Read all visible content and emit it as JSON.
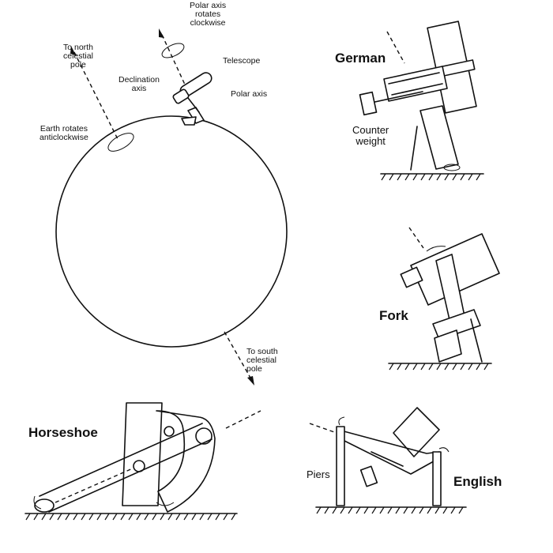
{
  "labels": {
    "north_pole_line1": "To north",
    "north_pole_line2": "celestial",
    "north_pole_line3": "pole",
    "polar_rotates_line1": "Polar axis",
    "polar_rotates_line2": "rotates",
    "polar_rotates_line3": "clockwise",
    "telescope": "Telescope",
    "declination_line1": "Declination",
    "declination_line2": "axis",
    "polar_axis": "Polar axis",
    "earth_line1": "Earth rotates",
    "earth_line2": "anticlockwise",
    "south_pole_line1": "To south",
    "south_pole_line2": "celestial",
    "south_pole_line3": "pole"
  },
  "mounts": {
    "german": "German",
    "counterweight_line1": "Counter",
    "counterweight_line2": "weight",
    "fork": "Fork",
    "horseshoe": "Horseshoe",
    "english": "English",
    "piers": "Piers"
  }
}
